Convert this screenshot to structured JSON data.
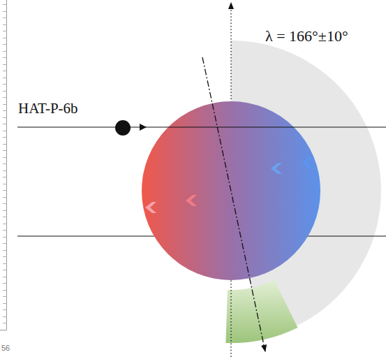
{
  "diagram": {
    "labels": [
      "HAT-P-6b",
      "λ = 166°±10°",
      "56"
    ]
  }
}
